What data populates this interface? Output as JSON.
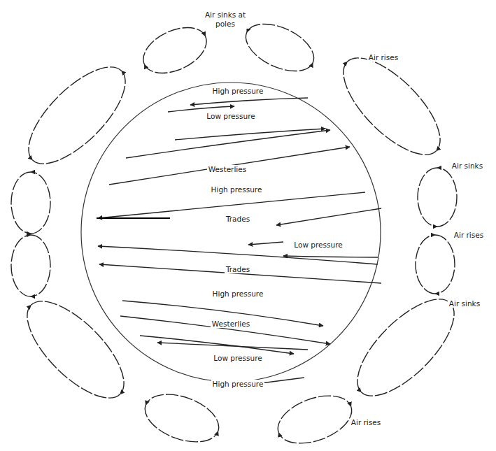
{
  "diagram": {
    "labels": [
      "Air sinks at poles",
      "Air rises",
      "High pressure",
      "Low pressure",
      "Air sinks",
      "Westerlies",
      "High pressure",
      "Trades",
      "Air rises",
      "Low pressure",
      "Trades",
      "High pressure",
      "Air sinks",
      "Westerlies",
      "Low pressure",
      "High pressure",
      "Air rises"
    ]
  }
}
